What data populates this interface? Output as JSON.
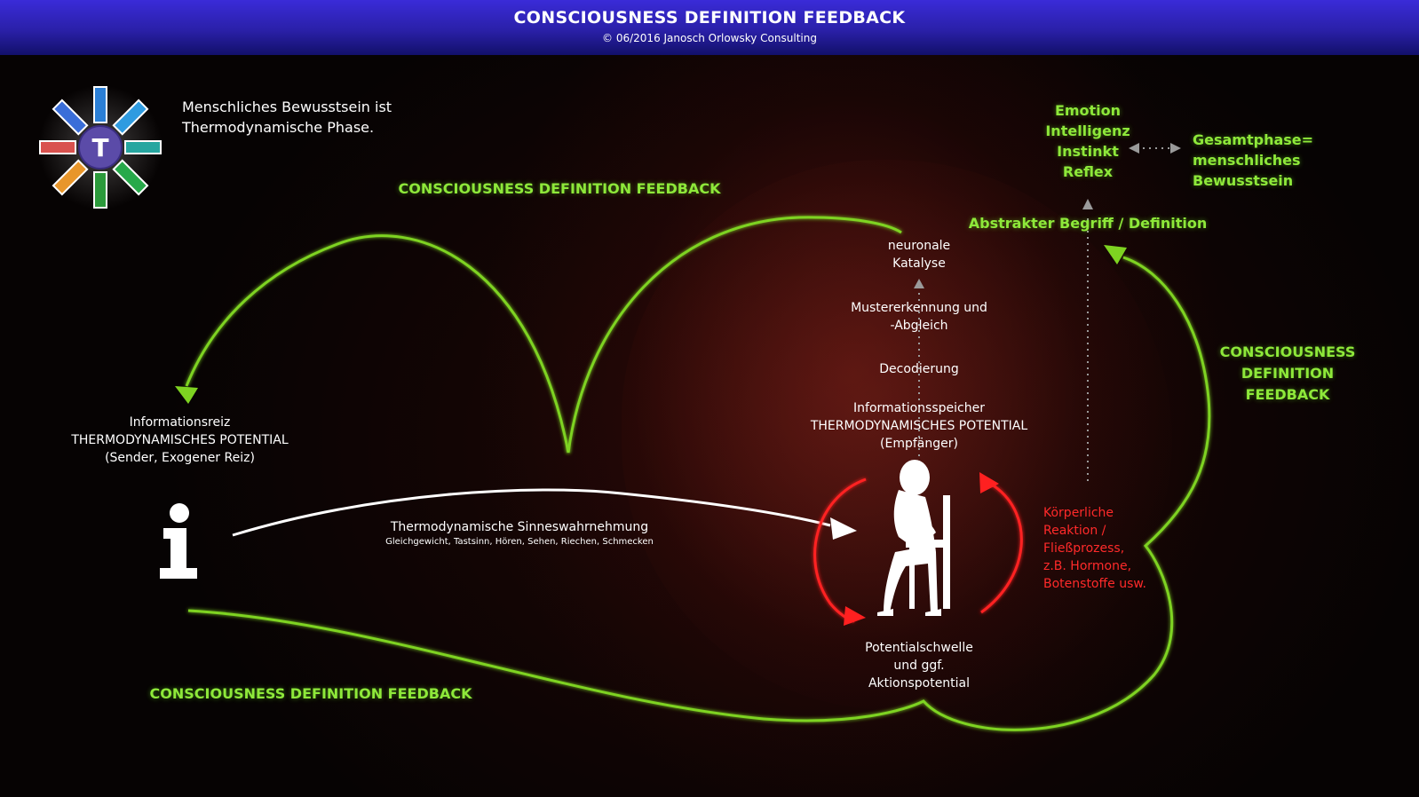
{
  "header": {
    "title": "CONSCIOUSNESS DEFINITION FEEDBACK",
    "subtitle": "© 06/2016 Janosch Orlowsky Consulting"
  },
  "logo": {
    "letter": "T"
  },
  "intro": {
    "lines": [
      "Menschliches Bewusstsein ist",
      "Thermodynamische Phase."
    ]
  },
  "feedback_labels": {
    "top": "CONSCIOUSNESS DEFINITION FEEDBACK",
    "bottom": "CONSCIOUSNESS DEFINITION FEEDBACK",
    "right": [
      "CONSCIOUSNESS",
      "DEFINITION",
      "FEEDBACK"
    ]
  },
  "sender": {
    "lines": [
      "Informationsreiz",
      "THERMODYNAMISCHES POTENTIAL",
      "(Sender, Exogener Reiz)"
    ],
    "icon_letter": "i"
  },
  "perception": {
    "title": "Thermodynamische Sinneswahrnehmung",
    "detail": "Gleichgewicht, Tastsinn, Hören, Sehen, Riechen, Schmecken"
  },
  "chain": {
    "neuronal": [
      "neuronale",
      "Katalyse"
    ],
    "pattern": [
      "Mustererkennung und",
      "-Abgleich"
    ],
    "decoding": "Decodierung",
    "receiver": [
      "Informationsspeicher",
      "THERMODYNAMISCHES POTENTIAL",
      "(Empfänger)"
    ],
    "threshold": [
      "Potentialschwelle",
      "und ggf.",
      "Aktionspotential"
    ]
  },
  "body_reaction": {
    "lines": [
      "Körperliche",
      "Reaktion /",
      "Fließprozess,",
      "z.B. Hormone,",
      "Botenstoffe usw."
    ]
  },
  "abstract": {
    "label": "Abstrakter Begriff / Definition",
    "stack": [
      "Emotion",
      "Intelligenz",
      "Instinkt",
      "Reflex"
    ],
    "total": [
      "Gesamtphase=",
      "menschliches Bewusstsein"
    ]
  },
  "colors": {
    "green": "#7ed321",
    "red": "#ff2020",
    "white": "#ffffff",
    "header_blue": "#2a20a8"
  }
}
